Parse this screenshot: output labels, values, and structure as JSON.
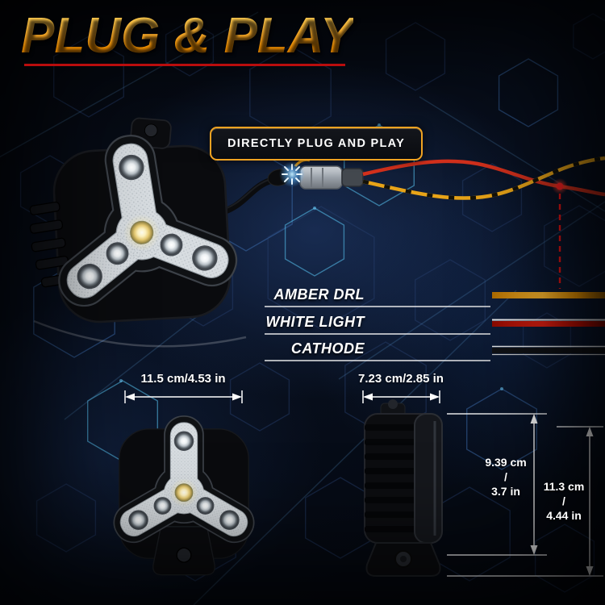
{
  "title": "PLUG & PLAY",
  "badge": {
    "label": "DIRECTLY PLUG AND PLAY"
  },
  "wiring": {
    "rows": [
      {
        "label": "AMBER DRL",
        "wire_color": "#f59b00"
      },
      {
        "label": "WHITE LIGHT",
        "wire_color": "#d81e10"
      },
      {
        "label": "CATHODE",
        "wire_color": "#121317"
      }
    ]
  },
  "dimensions": {
    "front_width": "11.5 cm/4.53 in",
    "side_width": "7.23 cm/2.85 in",
    "body_height": "9.39 cm\n/\n3.7 in",
    "total_height": "11.3 cm\n/\n4.44 in"
  },
  "icons": {
    "spark-icon": "electric-spark-burst"
  },
  "colors": {
    "accent_orange": "#f6a21c",
    "accent_red": "#d40000",
    "background": "#05070d",
    "hex_line": "#27406e",
    "hex_bright": "#57c2f0"
  }
}
